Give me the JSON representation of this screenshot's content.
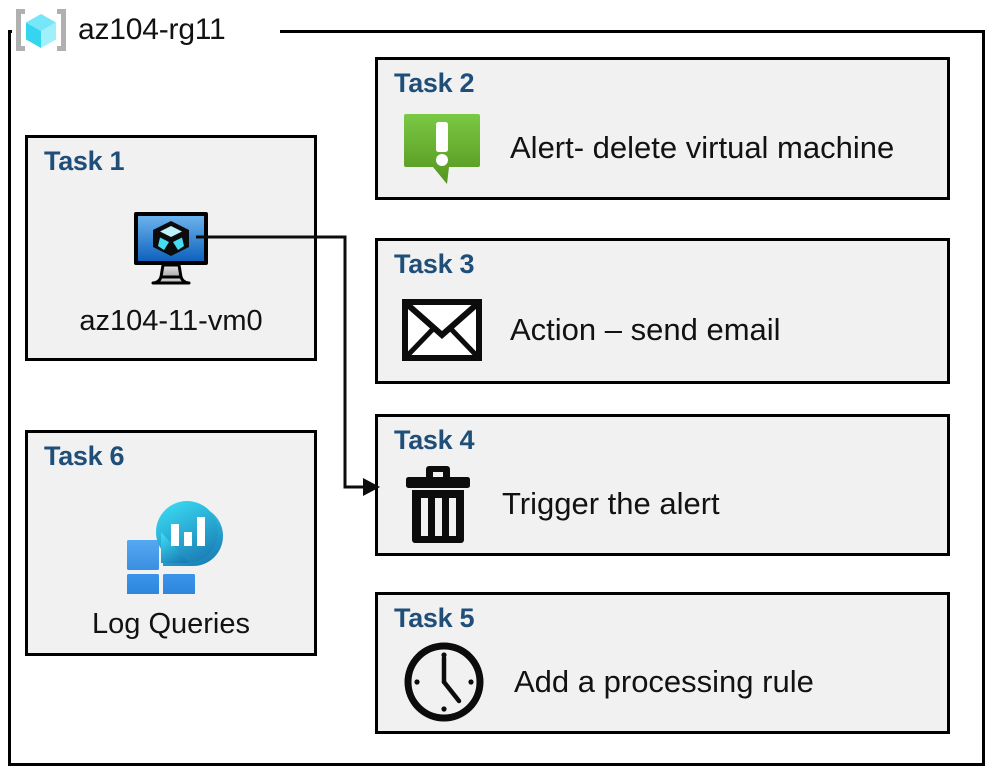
{
  "resource_group": {
    "name": "az104-rg11",
    "icon": "azure-resource-group-icon"
  },
  "tasks": [
    {
      "id": "task-1",
      "title": "Task 1",
      "caption": "az104-11-vm0",
      "icon": "virtual-machine-icon",
      "layout": "vertical"
    },
    {
      "id": "task-2",
      "title": "Task 2",
      "caption": "Alert- delete virtual machine",
      "icon": "alert-speech-bubble-icon",
      "layout": "horizontal"
    },
    {
      "id": "task-3",
      "title": "Task 3",
      "caption": "Action – send email",
      "icon": "envelope-icon",
      "layout": "horizontal"
    },
    {
      "id": "task-4",
      "title": "Task 4",
      "caption": "Trigger the alert",
      "icon": "trash-can-icon",
      "layout": "horizontal"
    },
    {
      "id": "task-5",
      "title": "Task 5",
      "caption": "Add a processing rule",
      "icon": "clock-icon",
      "layout": "horizontal"
    },
    {
      "id": "task-6",
      "title": "Task 6",
      "caption": "Log Queries",
      "icon": "log-analytics-icon",
      "layout": "vertical"
    }
  ],
  "connector": {
    "name": "vm-to-task4-connector",
    "from": "task-1",
    "to": "task-4",
    "arrow": "right-arrowhead"
  },
  "colors": {
    "card_fill": "#f1f1f1",
    "card_border": "#000000",
    "task_title": "#1f4e79",
    "caption_text": "#121212",
    "alert_green_light": "#7ac143",
    "alert_green_dark": "#56931f",
    "vm_blue_light": "#5ba7e8",
    "vm_blue_dark": "#1166c0",
    "cube_cyan": "#5fe4f5",
    "log_cyan_top": "#35d3f0",
    "log_cyan_bottom": "#1b7eb5",
    "log_tile_blue": "#2f8ae0",
    "log_tile_blue_light": "#4da3f0",
    "rg_bracket_gray": "#b0b0b0"
  }
}
